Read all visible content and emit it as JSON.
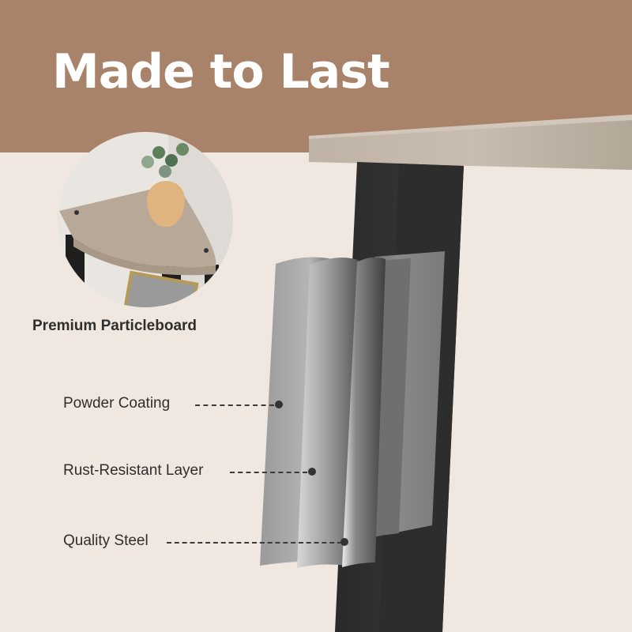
{
  "header": {
    "title": "Made to Last",
    "band_color": "#a8836a",
    "background_color": "#f0e8e0"
  },
  "inset": {
    "caption": "Premium Particleboard"
  },
  "callouts": [
    {
      "label": "Powder Coating"
    },
    {
      "label": "Rust-Resistant Layer"
    },
    {
      "label": "Quality Steel"
    }
  ]
}
